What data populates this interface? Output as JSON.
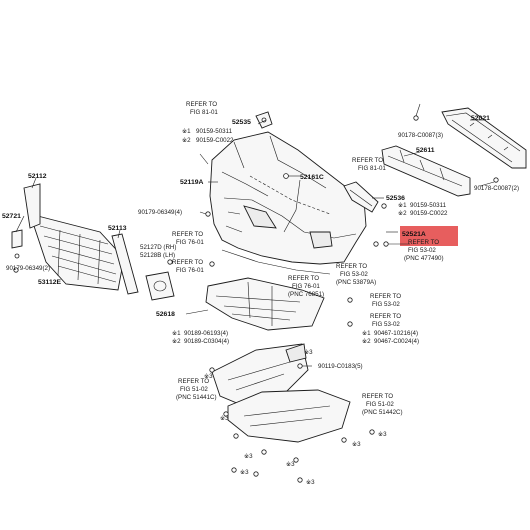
{
  "highlight_color": "#e23b3b",
  "parts": {
    "p52021": "52021",
    "p52611": "52611",
    "p52535": "52535",
    "p52161C": "52161C",
    "p52119A": "52119A",
    "p52536": "52536",
    "p52521A": "52521A",
    "p52112": "52112",
    "p52721": "52721",
    "p52113": "52113",
    "p53112E": "53112E",
    "p52127D": "52127D (RH)",
    "p52128B": "52128B (LH)",
    "p52618": "52618"
  },
  "fasteners": {
    "f90178_87_3": "90178-C0087(3)",
    "f90178_87_2": "90178-C0087(2)",
    "f90159_50311_top": "90159-50311",
    "f90159_60022_top": "90159-C0022",
    "f90159_50311_r": "90159-50311",
    "f90159_60022_r": "90159-C0022",
    "f90179_06349_2": "90179-06349(2)",
    "f90179_06349_4": "90179-06349(4)",
    "f90189_06193": "90189-06193(4)",
    "f90189_60304": "90189-C0304(4)",
    "f90119_60183": "90119-C0183(5)",
    "f90467_10216": "90467-10216(4)",
    "f90467_60024": "90467-C0024(4)"
  },
  "markers": {
    "m1": "※1",
    "m2": "※2",
    "m3": "※3"
  },
  "refs": {
    "refer_to": "REFER TO",
    "fig_81_01": "FIG 81-01",
    "fig_76_01": "FIG 76-01",
    "fig_53_02": "FIG 53-02",
    "fig_51_02": "FIG 51-02",
    "pnc_53879a": "(PNC 53879A)",
    "pnc_477490": "(PNC 477490)",
    "pnc_76851": "(PNC 76851)",
    "pnc_51441c": "(PNC 51441C)",
    "pnc_51442c": "(PNC 51442C)"
  }
}
